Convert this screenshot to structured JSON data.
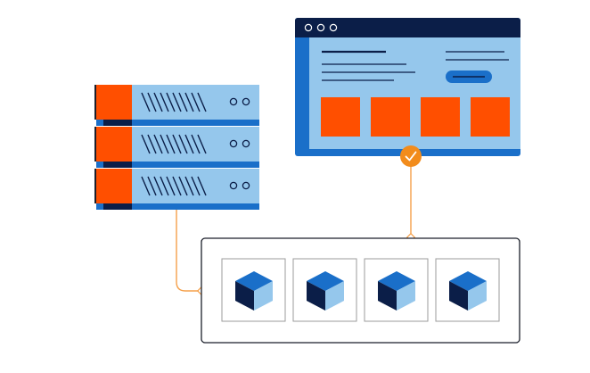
{
  "colors": {
    "navy": "#0b1e48",
    "blue": "#1a6fc9",
    "light_blue": "#95c7ec",
    "orange": "#ff4f00",
    "connector": "#f5a04a",
    "check": "#f28c1c",
    "stroke": "#1b1f2a",
    "tile_border": "#9b9b9b"
  },
  "icons": {
    "server": "server-rack-icon",
    "window": "browser-window-icon",
    "check": "check-icon",
    "cube": "cube-icon"
  },
  "server_units": [
    {
      "name": "server-unit-1"
    },
    {
      "name": "server-unit-2"
    },
    {
      "name": "server-unit-3"
    }
  ],
  "window": {
    "dots": 3,
    "tiles": 4
  },
  "container": {
    "cubes": 4
  }
}
